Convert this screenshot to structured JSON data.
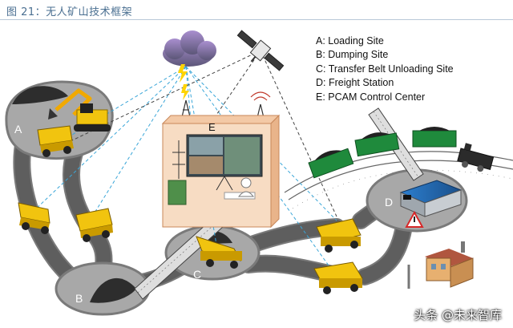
{
  "figure": {
    "title": "图 21：无人矿山技术框架"
  },
  "legend": {
    "items": [
      "A: Loading Site",
      "B: Dumping Site",
      "C: Transfer Belt Unloading Site",
      "D: Freight Station",
      "E: PCAM Control Center"
    ]
  },
  "sites": {
    "a": "A",
    "b": "B",
    "c": "C",
    "d": "D",
    "e": "E"
  },
  "watermark": {
    "text": "头条 @未来智库"
  },
  "colors": {
    "road": "#5e5e5e",
    "road_border": "#7a7a7a",
    "site_ground": "#a8a8a8",
    "truck": "#f1c40f",
    "train": "#1f8a3c",
    "control_center": "#f7dcc3",
    "signal_line": "#3aa6d8"
  }
}
